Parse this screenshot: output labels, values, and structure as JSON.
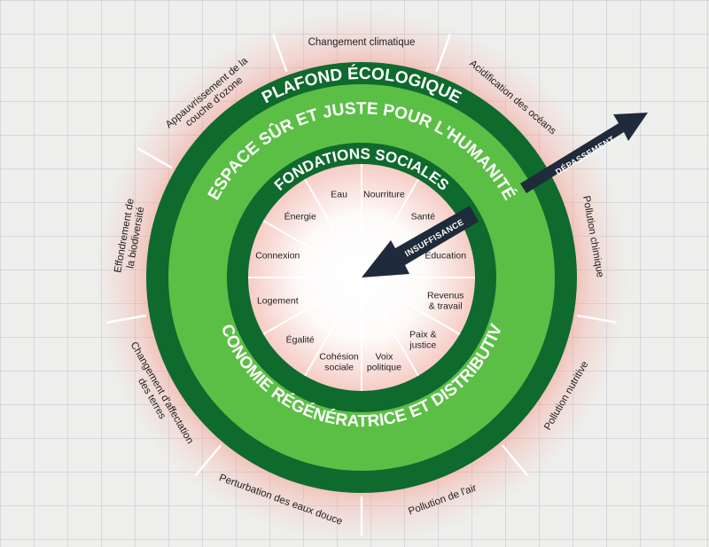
{
  "colors": {
    "dark_green": "#0f6a2e",
    "light_green": "#5bbf45",
    "glow": "#f26b5b",
    "arrow": "#1f2a3a",
    "spoke": "#ffffff",
    "text": "#1e1e1e"
  },
  "rings": {
    "ecological_ceiling": "PLAFOND ÉCOLOGIQUE",
    "safe_space": "ESPACE SÛR ET JUSTE POUR L'HUMANITÉ",
    "social_foundation": "FONDATIONS SOCIALES",
    "economy": "ÉCONOMIE RÉGÉNÉRATRICE ET DISTRIBUTIVE"
  },
  "ecological_dimensions": [
    {
      "id": "climate",
      "lines": [
        "Changement climatique"
      ]
    },
    {
      "id": "ocean",
      "lines": [
        "Acidification des océans"
      ]
    },
    {
      "id": "chemical",
      "lines": [
        "Pollution chimique"
      ]
    },
    {
      "id": "nutrient",
      "lines": [
        "Pollution nutritive"
      ]
    },
    {
      "id": "air",
      "lines": [
        "Pollution de l'air"
      ]
    },
    {
      "id": "water",
      "lines": [
        "Perturbation des eaux douce"
      ]
    },
    {
      "id": "land",
      "lines": [
        "Changement d'affectation",
        "des terres"
      ]
    },
    {
      "id": "biodiversity",
      "lines": [
        "Effondrement de",
        "la biodiversité"
      ]
    },
    {
      "id": "ozone",
      "lines": [
        "Appauvrissement de la",
        "couche d'ozone"
      ]
    }
  ],
  "social_dimensions": [
    {
      "id": "food",
      "lines": [
        "Nourriture"
      ]
    },
    {
      "id": "health",
      "lines": [
        "Santé"
      ]
    },
    {
      "id": "education",
      "lines": [
        "Éducation"
      ]
    },
    {
      "id": "income",
      "lines": [
        "Revenus",
        "& travail"
      ]
    },
    {
      "id": "peace",
      "lines": [
        "Paix &",
        "justice"
      ]
    },
    {
      "id": "voice",
      "lines": [
        "Voix",
        "politique"
      ]
    },
    {
      "id": "equity",
      "lines": [
        "Cohésion",
        "sociale"
      ]
    },
    {
      "id": "equality",
      "lines": [
        "Égalité"
      ]
    },
    {
      "id": "housing",
      "lines": [
        "Logement"
      ]
    },
    {
      "id": "networks",
      "lines": [
        "Connexion"
      ]
    },
    {
      "id": "energy",
      "lines": [
        "Énergie"
      ]
    },
    {
      "id": "water_access",
      "lines": [
        "Eau"
      ]
    }
  ],
  "arrows": {
    "overshoot": "DÉPASSEMENT",
    "shortfall": "INSUFFISANCE"
  }
}
